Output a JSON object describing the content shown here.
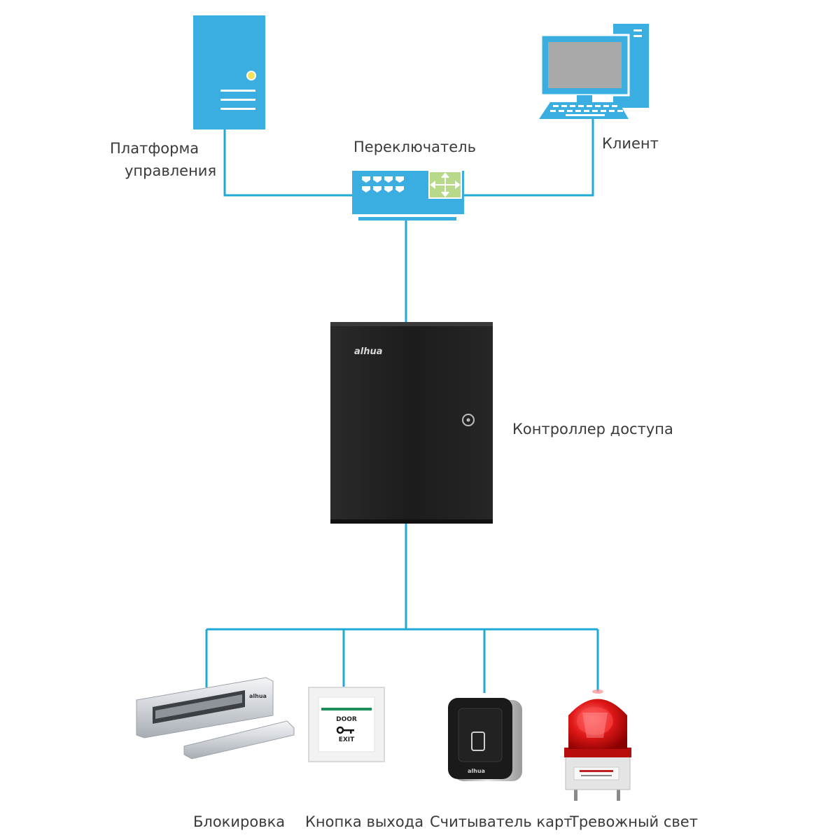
{
  "labels": {
    "platform_line1": "Платформа",
    "platform_line2": "управления",
    "switch": "Переключатель",
    "client": "Клиент",
    "controller": "Контроллер доступа",
    "lock": "Блокировка",
    "exit_button": "Кнопка выхода",
    "card_reader": "Считыватель карт",
    "alarm_light": "Тревожный свет"
  },
  "device_text": {
    "controller_logo": "alhua",
    "exit_button_top": "DOOR",
    "exit_button_bottom": "EXIT",
    "reader_logo": "alhua",
    "lock_logo": "alhua"
  },
  "icons": [
    "server-icon",
    "computer-icon",
    "network-switch-icon",
    "access-controller-icon",
    "magnetic-lock-icon",
    "exit-button-icon",
    "card-reader-icon",
    "alarm-light-icon"
  ],
  "colors": {
    "connector": "#1fa9d6",
    "icon_blue": "#3aaee0",
    "switch_panel": "#b8d88a",
    "controller_body": "#1e1e1e",
    "alarm_red": "#d81818"
  }
}
